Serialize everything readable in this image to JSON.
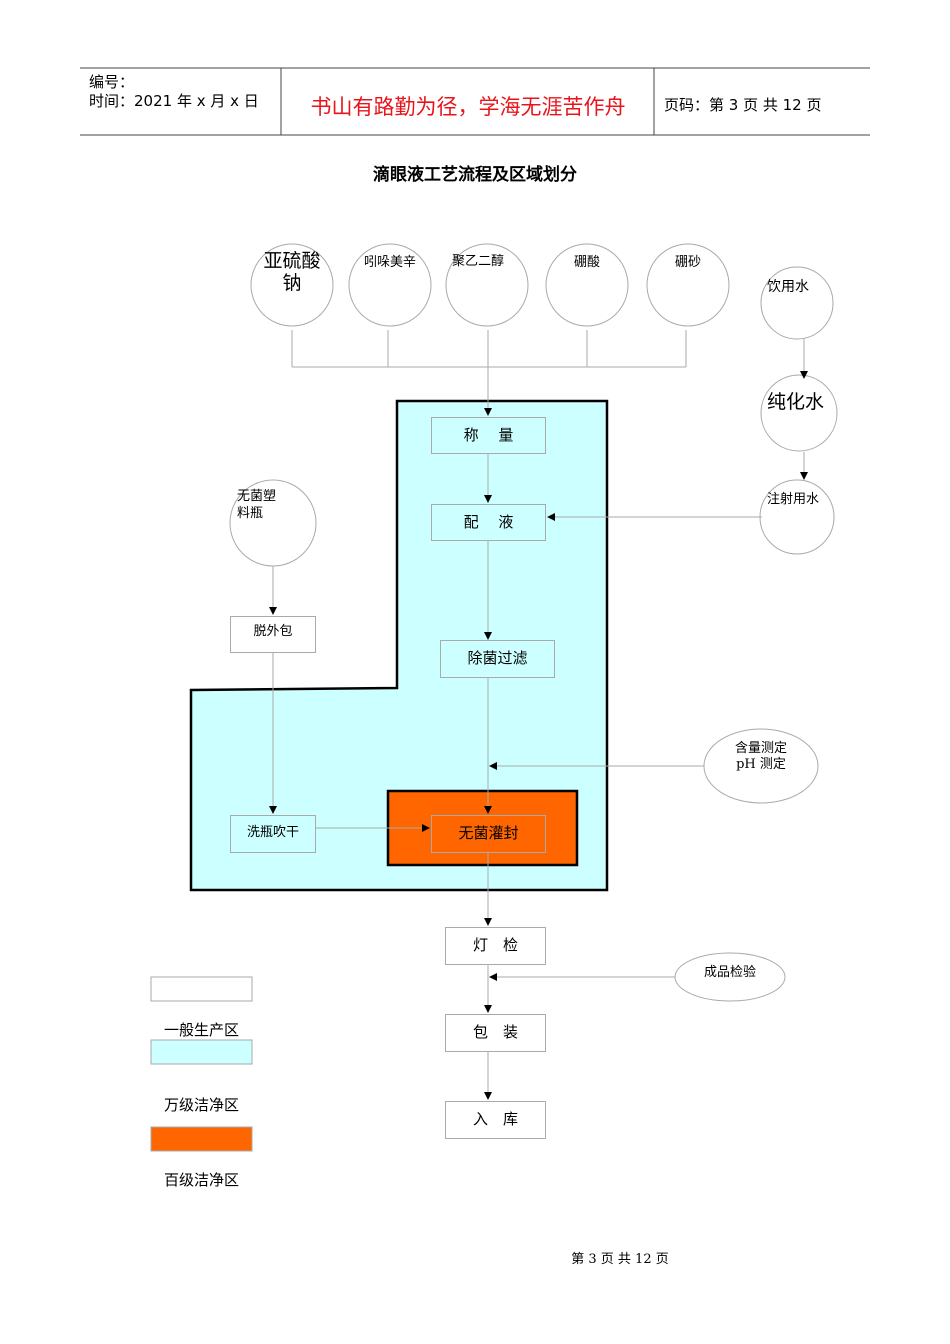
{
  "header": {
    "number_label": "编号：",
    "date": "时间：2021 年 x 月 x 日",
    "motto": "书山有路勤为径，学海无涯苦作舟",
    "page_info": "页码：第 3 页  共 12 页"
  },
  "title": "滴眼液工艺流程及区域划分",
  "materials": [
    "亚硫酸钠",
    "吲哚美辛",
    "聚乙二醇",
    "硼酸",
    "硼砂"
  ],
  "water": [
    "饮用水",
    "纯化水",
    "注射用水"
  ],
  "bottle": "无菌塑料瓶",
  "steps": {
    "weigh": "称　 量",
    "mix": "配　 液",
    "filter": "除菌过滤",
    "fill": "无菌灌封",
    "inspect": "灯　检",
    "pack": "包　装",
    "store": "入　库",
    "unpack": "脱外包",
    "wash": "洗瓶吹干"
  },
  "tests": {
    "content": "含量测定",
    "ph": "pH 测定",
    "final": "成品检验"
  },
  "legend": [
    {
      "label": "一般生产区",
      "color": "#ffffff"
    },
    {
      "label": "万级洁净区",
      "color": "#ccffff"
    },
    {
      "label": "百级洁净区",
      "color": "#ff6600"
    }
  ],
  "footer": "第 3 页 共 12 页",
  "colors": {
    "motto": "#e8141b",
    "clean10000": "#ccffff",
    "clean100": "#ff6600"
  }
}
